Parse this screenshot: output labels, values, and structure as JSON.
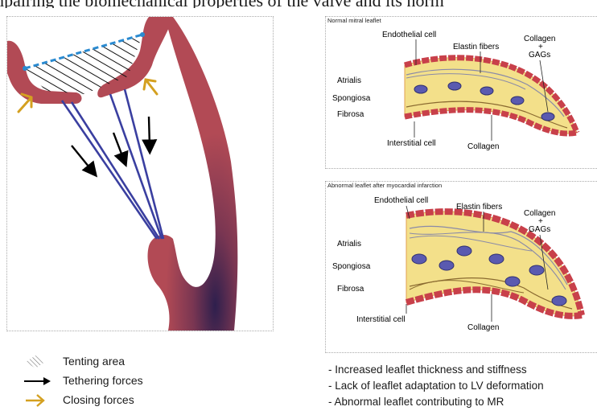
{
  "caption": "mpairing the biomechanical properties of the valve and its norm",
  "normal_panel": {
    "title": "Normal mitral leaflet",
    "labels": {
      "endothelial": "Endothelial cell",
      "elastin": "Elastin fibers",
      "collagen_gags": [
        "Collagen",
        "+",
        "GAGs"
      ],
      "atrialis": "Atrialis",
      "spongiosa": "Spongiosa",
      "fibrosa": "Fibrosa",
      "interstitial": "Interstitial cell",
      "collagen": "Collagen"
    }
  },
  "abnormal_panel": {
    "title": "Abnormal leaflet after myocardial infarction",
    "labels": {
      "endothelial": "Endothelial cell",
      "elastin": "Elastin fibers",
      "collagen_gags": [
        "Collagen",
        "+",
        "GAGs"
      ],
      "atrialis": "Atrialis",
      "spongiosa": "Spongiosa",
      "fibrosa": "Fibrosa",
      "interstitial": "Interstitial cell",
      "collagen": "Collagen"
    }
  },
  "legend": [
    {
      "icon": "hatch-icon",
      "label": "Tenting area"
    },
    {
      "icon": "black-arrow-icon",
      "label": "Tethering forces"
    },
    {
      "icon": "orange-arrow-icon",
      "label": "Closing forces"
    }
  ],
  "findings": [
    "- Increased leaflet thickness and stiffness",
    "- Lack of leaflet adaptation to LV deformation",
    "- Abnormal leaflet contributing to MR"
  ],
  "colors": {
    "tissue": "#b24a55",
    "tissue_dark": "#3a2050",
    "chordae": "#3a3fa0",
    "closing_arrow": "#d4a020",
    "tenting_line": "#2a8ad0",
    "leaflet_fill": "#f3e08a",
    "cell": "#5a5ab0",
    "endothelium": "#c8404a"
  }
}
